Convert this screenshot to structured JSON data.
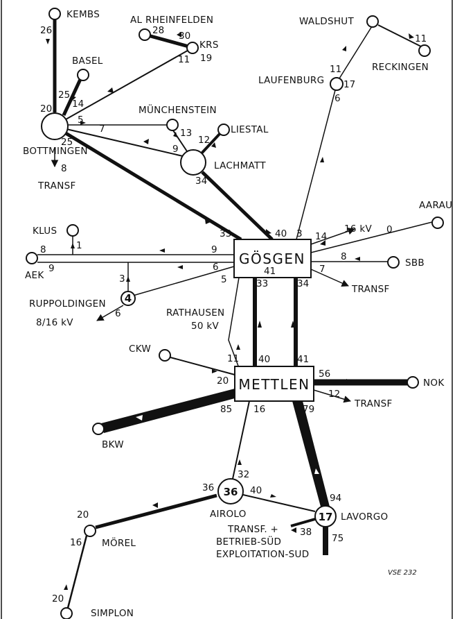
{
  "nodes": {
    "kembs": "KEMBS",
    "rheinfelden": "AL RHEINFELDEN",
    "krs": "KRS",
    "waldshut": "WALDSHUT",
    "reckingen": "RECKINGEN",
    "basel": "BASEL",
    "laufenburg": "LAUFENBURG",
    "muenchenstein": "MÜNCHENSTEIN",
    "liestal": "LIESTAL",
    "bottmingen": "BOTTMINGEN",
    "lachmatt": "LACHMATT",
    "transf_bottmingen": "TRANSF",
    "aarau": "AARAU",
    "klus": "KLUS",
    "goesgen": "GÖSGEN",
    "aek": "AEK",
    "sbb": "SBB",
    "ruppoldingen": "RUPPOLDINGEN",
    "ruppoldingen_kv": "8/16 kV",
    "transf_goesgen": "TRANSF",
    "rathausen": "RATHAUSEN",
    "rathausen_kv": "50 kV",
    "ckw": "CKW",
    "mettlen": "METTLEN",
    "nok": "NOK",
    "transf_mettlen": "TRANSF",
    "bkw": "BKW",
    "airolo": "AIROLO",
    "lavorgo": "LAVORGO",
    "moerel": "MÖREL",
    "simplon": "SIMPLON",
    "kv16": "16 kV",
    "transf_sud1": "TRANSF. +",
    "transf_sud2": "BETRIEB-SÜD",
    "transf_sud3": "EXPLOITATION-SUD",
    "ref": "VSE 232"
  },
  "node_values": {
    "ruppoldingen": "4",
    "airolo": "36",
    "lavorgo": "17"
  },
  "flows": {
    "kembs_top": "26",
    "bott_20": "20",
    "bott_25a": "25",
    "bott_14": "14",
    "bott_5": "5",
    "bott_7": "7",
    "bott_25b": "25",
    "bott_8": "8",
    "rh_28": "28",
    "rh_30": "30",
    "krs_19": "19",
    "krs_11": "11",
    "wald_11": "11",
    "wald_11b": "11",
    "lauf_17": "17",
    "lauf_6": "6",
    "mue_13": "13",
    "mue_9": "9",
    "lies_12": "12",
    "lach_34": "34",
    "g_33": "33",
    "g_40": "40",
    "g_3": "3",
    "g_14": "14",
    "g_16kv": "16 kV",
    "g_0": "0",
    "klus_1": "1",
    "aek_8": "8",
    "aek_9": "9",
    "g_9": "9",
    "g_6": "6",
    "g_5": "5",
    "g_8": "8",
    "g_7": "7",
    "g_41": "41",
    "g_33b": "33",
    "g_34b": "34",
    "r_3": "3",
    "r_6": "6",
    "m_11": "11",
    "m_40": "40",
    "m_41": "41",
    "m_20": "20",
    "m_56": "56",
    "m_12": "12",
    "m_85": "85",
    "m_16": "16",
    "m_79": "79",
    "a_32": "32",
    "a_36": "36",
    "a_40": "40",
    "l_94": "94",
    "l_38": "38",
    "l_75": "75",
    "mo_20": "20",
    "mo_16": "16",
    "s_20": "20"
  }
}
